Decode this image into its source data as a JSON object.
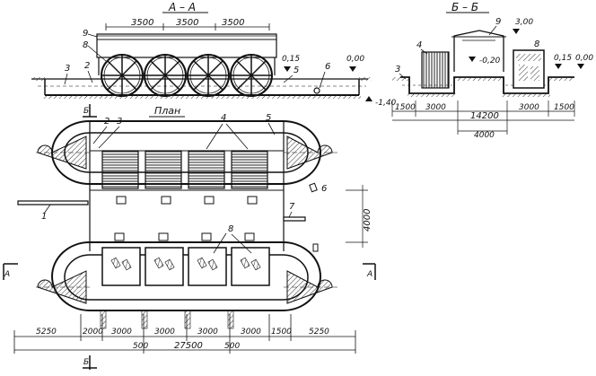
{
  "sections": {
    "aa": {
      "title": "А – А"
    },
    "bb": {
      "title": "Б – Б"
    },
    "plan": {
      "title": "План"
    }
  },
  "aa_dims": {
    "d1": "3500",
    "d2": "3500",
    "d3": "3500"
  },
  "aa_levels": {
    "l1": "0,15",
    "l2": "0,00",
    "l3": "-1,40"
  },
  "bb_levels": {
    "l1": "3,00",
    "l2": "-0,20",
    "l3": "0,15",
    "l4": "0,00"
  },
  "bb_dims": {
    "d1": "1500",
    "d2": "3000",
    "d3": "14200",
    "d4": "3000",
    "d5": "1500",
    "d6": "4000"
  },
  "plan_dims": {
    "v1": "4000",
    "b1": "5250",
    "b2": "2000",
    "b3": "3000",
    "b4": "3000",
    "b5": "3000",
    "b6": "3000",
    "b7": "1500",
    "b8": "5250",
    "c1": "500",
    "c2": "27500",
    "c3": "500"
  },
  "callouts": {
    "aa": {
      "n9": "9",
      "n8": "8",
      "n3": "3",
      "n2": "2",
      "n5": "5",
      "n6": "6"
    },
    "bb": {
      "n3": "3",
      "n4": "4",
      "n9": "9",
      "n8": "8"
    },
    "plan": {
      "n1": "1",
      "n2": "2",
      "n3": "3",
      "n4": "4",
      "n5": "5",
      "n6": "6",
      "n7": "7",
      "n8": "8"
    }
  },
  "section_marks": {
    "b_top": "Б",
    "b_bottom": "Б",
    "a_left": "А",
    "a_right": "А"
  }
}
